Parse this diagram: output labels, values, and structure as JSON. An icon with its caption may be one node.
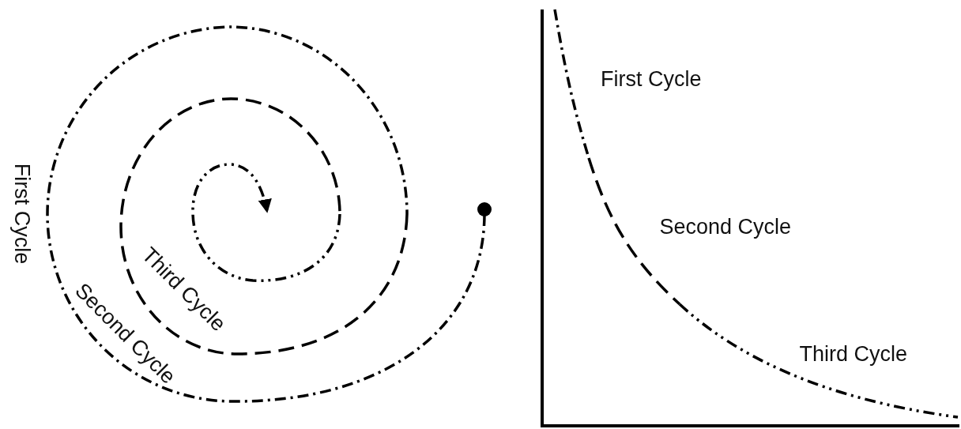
{
  "diagram": {
    "labels": [
      "First Cycle",
      "Third Cycle",
      "Second Cycle",
      "First Cycle",
      "Second Cycle",
      "Third Cycle"
    ]
  }
}
